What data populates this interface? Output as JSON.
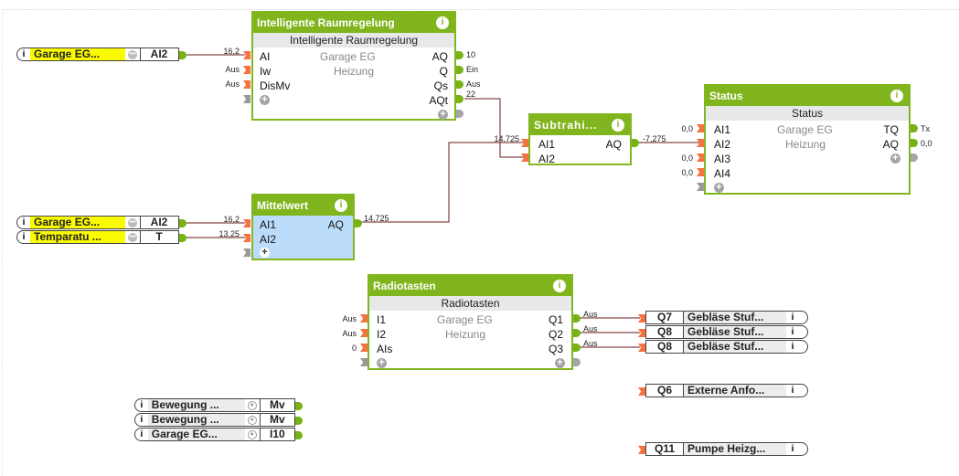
{
  "blocks": {
    "raumregelung": {
      "title": "Intelligente Raumregelung",
      "subtitle": "Intelligente Raumregelung",
      "desc1": "Garage EG",
      "desc2": "Heizung",
      "inputs": [
        "AI",
        "Iw",
        "DisMv"
      ],
      "input_values": [
        "16,2",
        "Aus",
        "Aus"
      ],
      "outputs": [
        "AQ",
        "Q",
        "Qs",
        "AQt"
      ],
      "output_values": [
        "10",
        "Ein",
        "Aus",
        "22"
      ]
    },
    "subtrahierer": {
      "title": "Subtrahi...",
      "inputs": [
        "AI1",
        "AI2"
      ],
      "input_values": [
        "14,725"
      ],
      "outputs": [
        "AQ"
      ],
      "output_values": [
        "-7,275"
      ]
    },
    "status": {
      "title": "Status",
      "subtitle": "Status",
      "desc1": "Garage EG",
      "desc2": "Heizung",
      "inputs": [
        "AI1",
        "AI2",
        "AI3",
        "AI4"
      ],
      "input_values": [
        "0,0",
        "",
        "0,0",
        "0,0"
      ],
      "outputs": [
        "TQ",
        "AQ"
      ],
      "output_values": [
        "Tx",
        "0,0"
      ]
    },
    "mittelwert": {
      "title": "Mittelwert",
      "inputs": [
        "AI1",
        "AI2"
      ],
      "input_values": [
        "16,2",
        "13,25"
      ],
      "outputs": [
        "AQ"
      ],
      "output_values": [
        "14,725"
      ]
    },
    "radiotasten": {
      "title": "Radiotasten",
      "subtitle": "Radiotasten",
      "desc1": "Garage EG",
      "desc2": "Heizung",
      "inputs": [
        "I1",
        "I2",
        "AIs"
      ],
      "input_values": [
        "Aus",
        "Aus",
        "0"
      ],
      "outputs": [
        "Q1",
        "Q2",
        "Q3"
      ],
      "output_values": [
        "Aus",
        "Aus",
        "Aus"
      ]
    }
  },
  "input_refs": [
    {
      "name": "Garage  EG...",
      "code": "AI2"
    },
    {
      "name": "Garage  EG...",
      "code": "AI2"
    },
    {
      "name": "Temparatu ...",
      "code": "T"
    },
    {
      "name": "Bewegung ...",
      "code": "Mv"
    },
    {
      "name": "Bewegung ...",
      "code": "Mv"
    },
    {
      "name": "Garage  EG...",
      "code": "I10"
    }
  ],
  "output_refs": [
    {
      "code": "Q7",
      "name": "Gebläse  Stuf..."
    },
    {
      "code": "Q8",
      "name": "Gebläse  Stuf..."
    },
    {
      "code": "Q8",
      "name": "Gebläse  Stuf..."
    },
    {
      "code": "Q6",
      "name": "Externe  Anfo..."
    },
    {
      "code": "Q11",
      "name": "Pumpe  Heizg..."
    }
  ],
  "icons": {
    "info": "i",
    "plus": "+",
    "more": "•••",
    "target": "◎"
  },
  "colors": {
    "block_green": "#80b51e",
    "input_port": "#f4733f",
    "output_port": "#77b315",
    "wire": "#6b1a1a",
    "highlight_yellow": "#fafa00",
    "mittelwert_bg": "#bcdcfb"
  }
}
